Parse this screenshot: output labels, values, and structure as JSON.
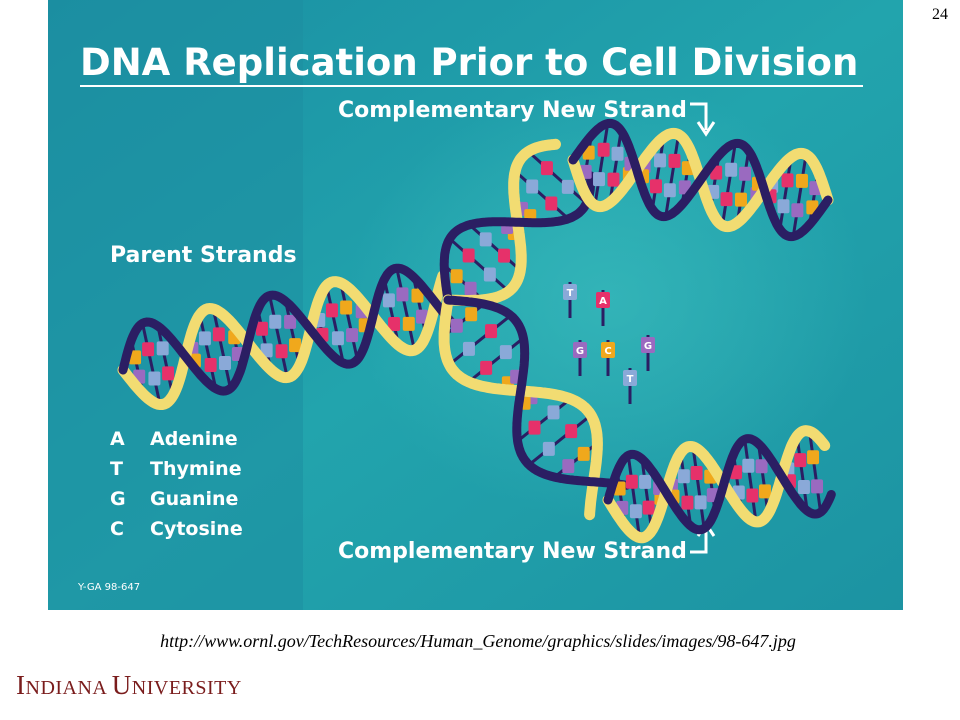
{
  "slide_number": "24",
  "figure": {
    "title": "DNA Replication Prior to Cell Division",
    "label_top": "Complementary New Strand",
    "label_bottom": "Complementary New Strand",
    "label_parent": "Parent Strands",
    "legend": [
      {
        "letter": "A",
        "name": "Adenine"
      },
      {
        "letter": "T",
        "name": "Thymine"
      },
      {
        "letter": "G",
        "name": "Guanine"
      },
      {
        "letter": "C",
        "name": "Cytosine"
      }
    ],
    "figure_code": "Y-GA 98-647",
    "colors": {
      "background_left": "#1f98a6",
      "background_right": "#23a2a8",
      "helix_gold": "#f2dc72",
      "helix_dark": "#2b1e63",
      "base_A": "#e6316a",
      "base_T": "#8aa9d8",
      "base_G": "#9a6ac0",
      "base_C": "#f0a81c",
      "title_text": "#ffffff"
    },
    "free_bases": [
      "T",
      "A",
      "G",
      "C",
      "T",
      "G"
    ]
  },
  "caption": "http://www.ornl.gov/TechResources/Human_Genome/graphics/slides/images/98-647.jpg",
  "footer": {
    "logo_initial_1": "I",
    "logo_rest_1": "NDIANA",
    "logo_initial_2": "U",
    "logo_rest_2": "NIVERSITY"
  }
}
